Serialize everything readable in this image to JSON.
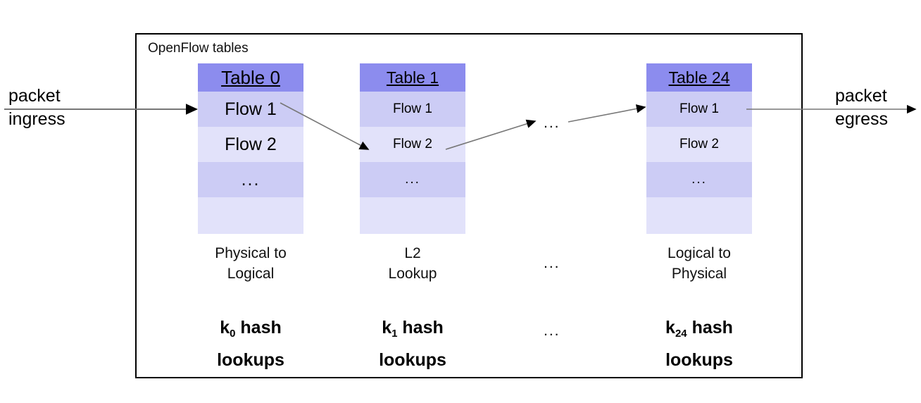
{
  "diagram": {
    "box_label": "OpenFlow tables",
    "ingress_label_line1": "packet",
    "ingress_label_line2": "ingress",
    "egress_label_line1": "packet",
    "egress_label_line2": "egress",
    "ellipsis": "...",
    "colors": {
      "header_fill": "#8c8cee",
      "row_odd_fill": "#ccccf5",
      "row_even_fill": "#e2e2fa",
      "border": "#000000",
      "arrow": "#555555"
    }
  },
  "tables": [
    {
      "id": "table0",
      "header": "Table 0",
      "rows": [
        "Flow 1",
        "Flow 2",
        "...",
        ""
      ],
      "caption_line1": "Physical to",
      "caption_line2": "Logical",
      "hash_k": "k",
      "hash_sub": "0",
      "hash_word": " hash",
      "hash_line2": "lookups"
    },
    {
      "id": "table1",
      "header": "Table 1",
      "rows": [
        "Flow 1",
        "Flow 2",
        "...",
        ""
      ],
      "caption_line1": "L2",
      "caption_line2": "Lookup",
      "hash_k": "k",
      "hash_sub": "1",
      "hash_word": " hash",
      "hash_line2": "lookups"
    },
    {
      "id": "table24",
      "header": "Table 24",
      "rows": [
        "Flow 1",
        "Flow 2",
        "...",
        ""
      ],
      "caption_line1": "Logical to",
      "caption_line2": "Physical",
      "hash_k": "k",
      "hash_sub": "24",
      "hash_word": " hash",
      "hash_line2": "lookups"
    }
  ]
}
